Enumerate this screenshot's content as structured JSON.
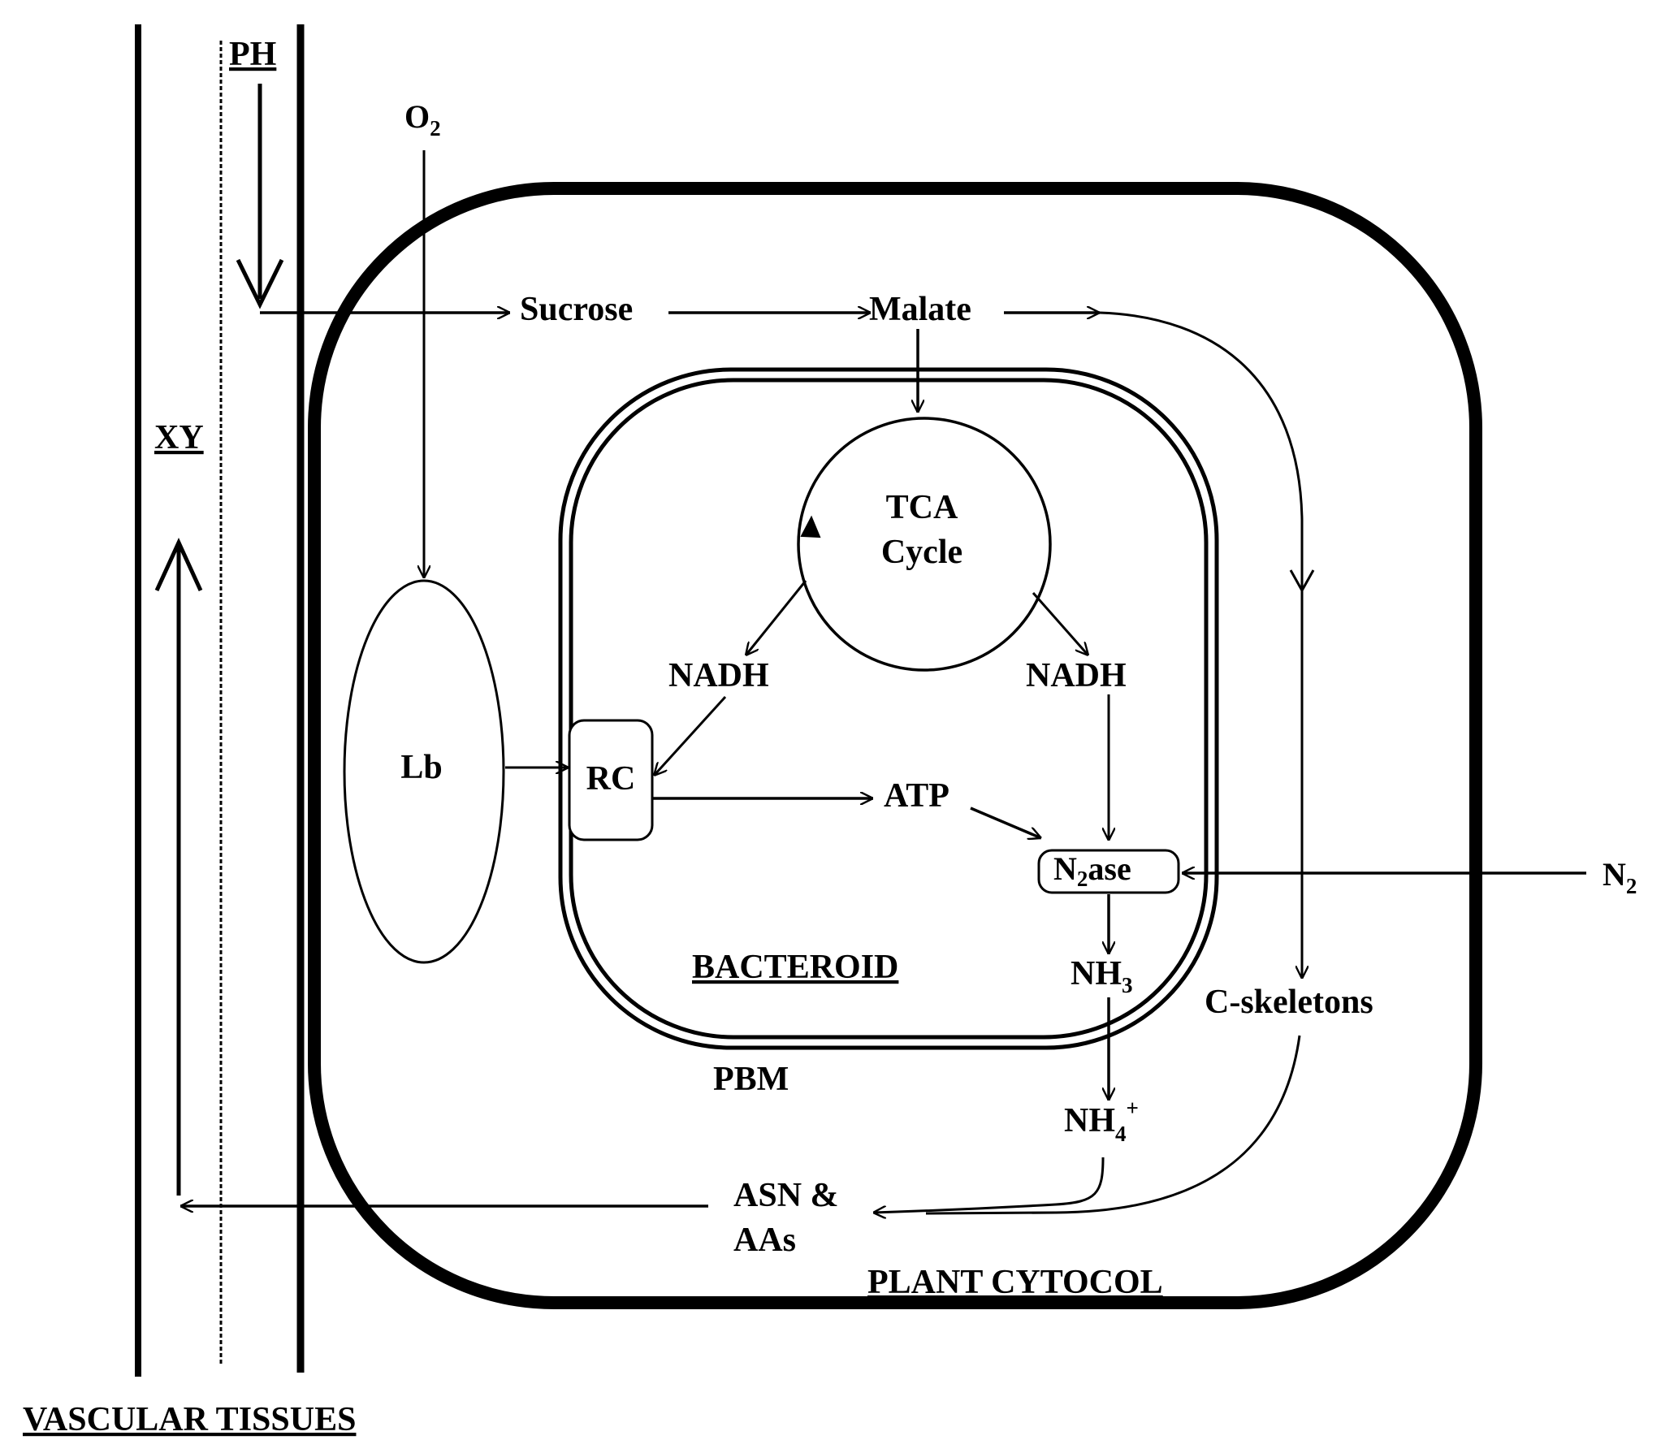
{
  "diagram": {
    "labels": {
      "ph": "PH",
      "xy": "XY",
      "vascular_tissues": "VASCULAR TISSUES",
      "o2_main": "O",
      "o2_sub": "2",
      "sucrose": "Sucrose",
      "malate": "Malate",
      "tca_line1": "TCA",
      "tca_line2": "Cycle",
      "nadh_left": "NADH",
      "nadh_right": "NADH",
      "lb": "Lb",
      "rc": "RC",
      "atp": "ATP",
      "n2ase_main": "N",
      "n2ase_sub": "2",
      "n2ase_suffix": "ase",
      "n2_main": "N",
      "n2_sub": "2",
      "nh3_main": "NH",
      "nh3_sub": "3",
      "nh4_main": "NH",
      "nh4_sub": "4",
      "nh4_sup": "+",
      "bacteroid": "BACTEROID",
      "pbm": "PBM",
      "c_skeletons": "C-skeletons",
      "asn_line1": "ASN &",
      "asn_line2": "AAs",
      "plant_cytocol": "PLANT CYTOCOL"
    },
    "colors": {
      "ink": "#000000",
      "background": "#ffffff"
    }
  }
}
